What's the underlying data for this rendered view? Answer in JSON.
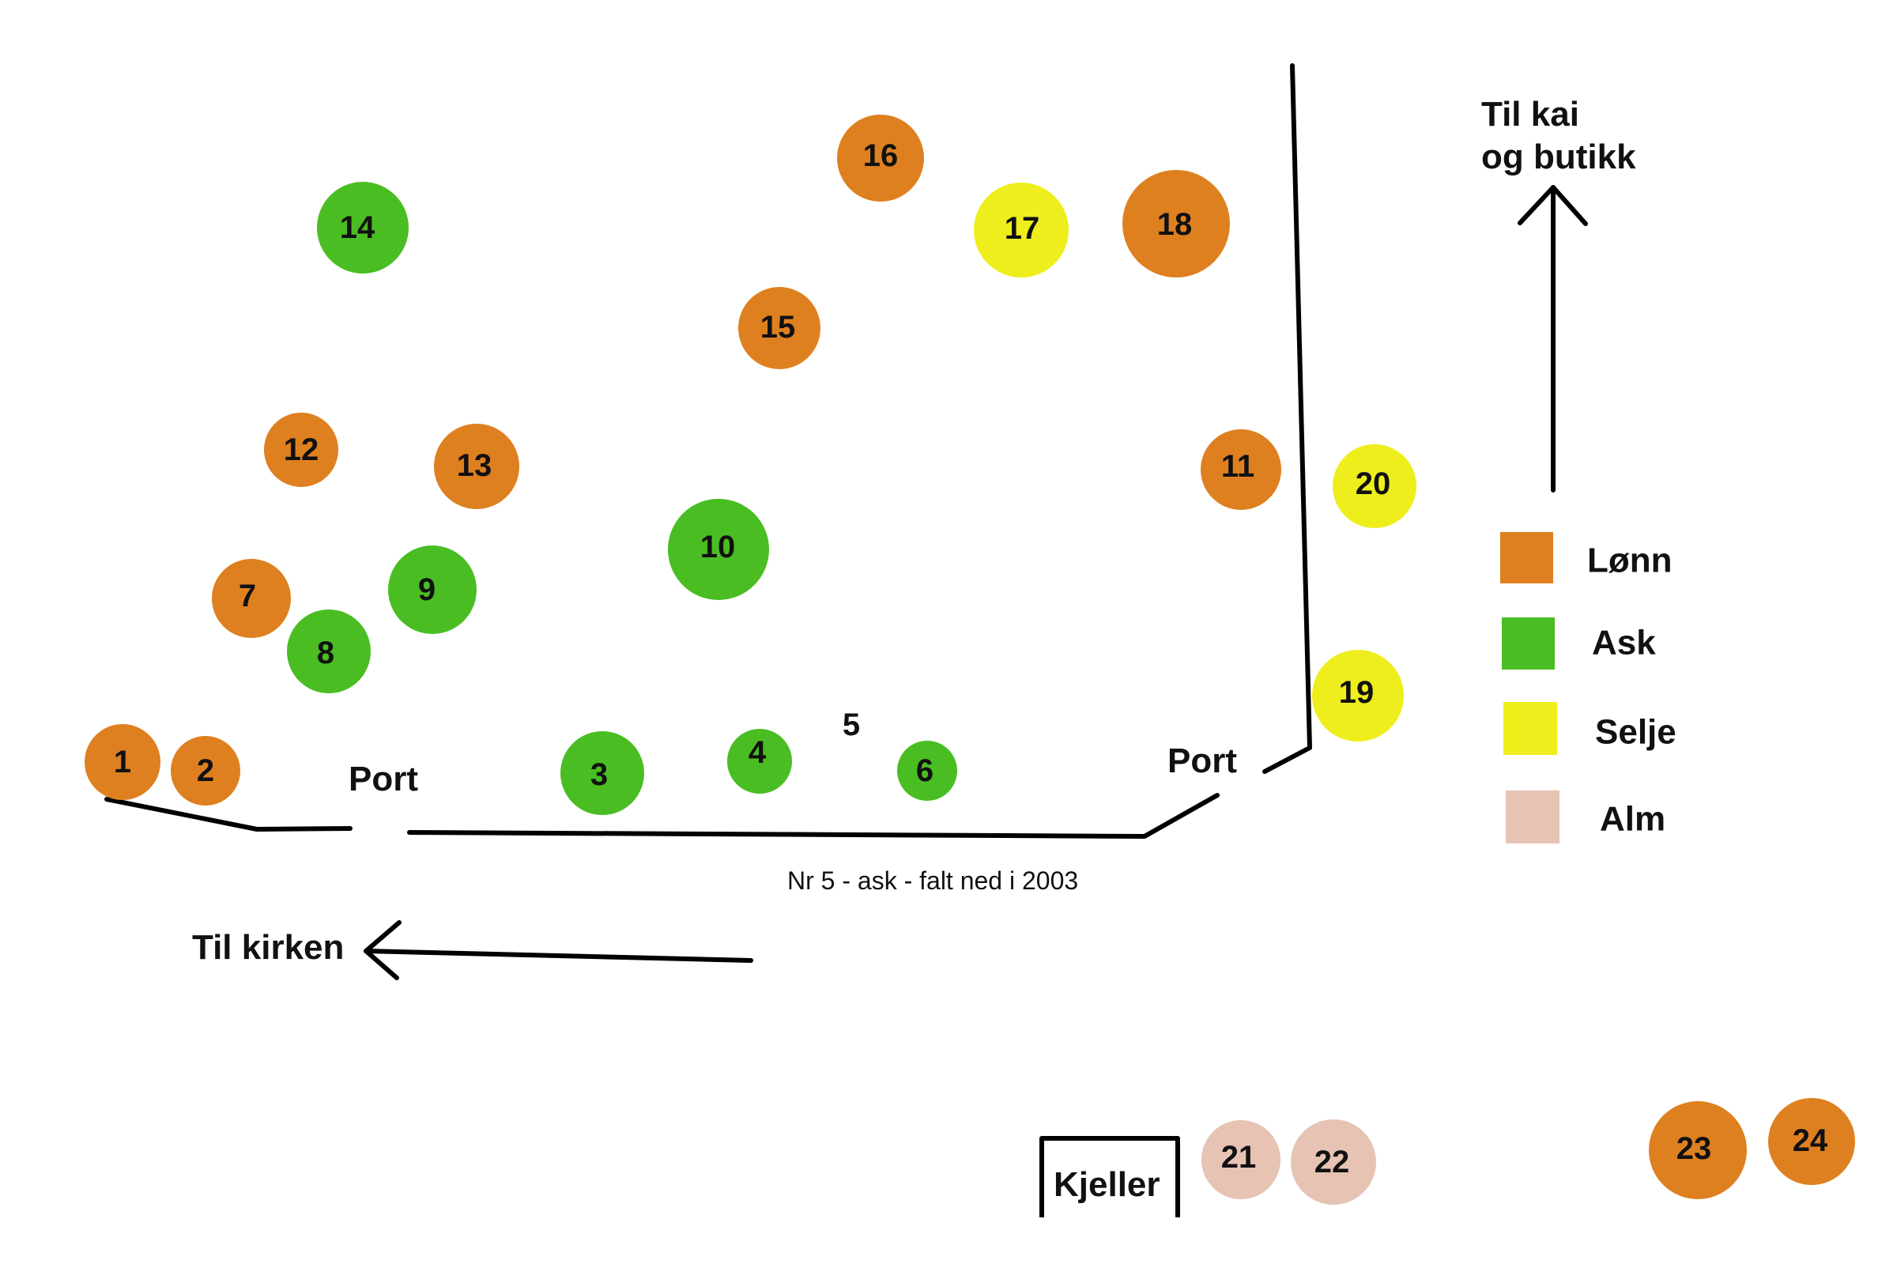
{
  "colors": {
    "lonn": "#de8020",
    "ask": "#4abd23",
    "selje": "#eeee1c",
    "alm": "#e6c3b3",
    "line": "#000000"
  },
  "legend": [
    {
      "key": "lonn",
      "label": "Lønn"
    },
    {
      "key": "ask",
      "label": "Ask"
    },
    {
      "key": "selje",
      "label": "Selje"
    },
    {
      "key": "alm",
      "label": "Alm"
    }
  ],
  "trees": [
    {
      "num": "1",
      "species": "lonn"
    },
    {
      "num": "2",
      "species": "lonn"
    },
    {
      "num": "3",
      "species": "ask"
    },
    {
      "num": "4",
      "species": "ask"
    },
    {
      "num": "6",
      "species": "ask"
    },
    {
      "num": "7",
      "species": "lonn"
    },
    {
      "num": "8",
      "species": "ask"
    },
    {
      "num": "9",
      "species": "ask"
    },
    {
      "num": "10",
      "species": "ask"
    },
    {
      "num": "11",
      "species": "lonn"
    },
    {
      "num": "12",
      "species": "lonn"
    },
    {
      "num": "13",
      "species": "lonn"
    },
    {
      "num": "14",
      "species": "ask"
    },
    {
      "num": "15",
      "species": "lonn"
    },
    {
      "num": "16",
      "species": "lonn"
    },
    {
      "num": "17",
      "species": "selje"
    },
    {
      "num": "18",
      "species": "lonn"
    },
    {
      "num": "19",
      "species": "selje"
    },
    {
      "num": "20",
      "species": "selje"
    },
    {
      "num": "21",
      "species": "alm"
    },
    {
      "num": "22",
      "species": "alm"
    },
    {
      "num": "23",
      "species": "lonn"
    },
    {
      "num": "24",
      "species": "lonn"
    }
  ],
  "fallen_tree": {
    "num": "5"
  },
  "labels": {
    "port_left": "Port",
    "port_right": "Port",
    "fallen_note": "Nr 5 - ask - falt ned i 2003",
    "to_church": "Til kirken",
    "to_quay_line1": "Til kai",
    "to_quay_line2": "og butikk",
    "cellar": "Kjeller"
  }
}
